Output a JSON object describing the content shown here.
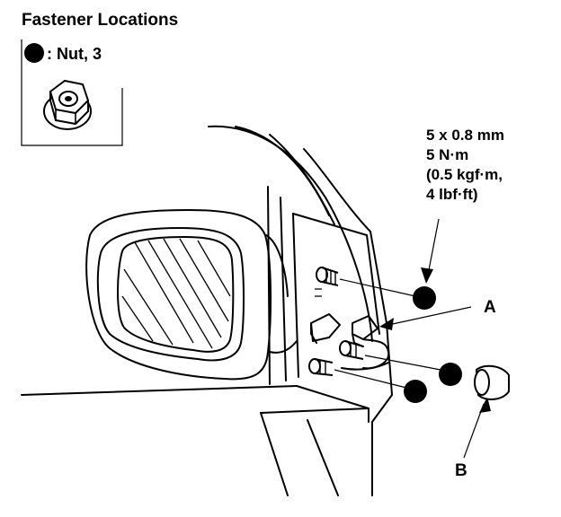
{
  "title": "Fastener Locations",
  "legend": {
    "symbol": "filled-circle-nut-symbol",
    "label": ": Nut, 3"
  },
  "spec": {
    "line1": "5 x 0.8 mm",
    "line2": "5 N·m",
    "line3": "(0.5 kgf·m,",
    "line4": "4 lbf·ft)"
  },
  "callouts": {
    "a": "A",
    "b": "B"
  },
  "colors": {
    "ink": "#000000",
    "paper": "#ffffff"
  }
}
